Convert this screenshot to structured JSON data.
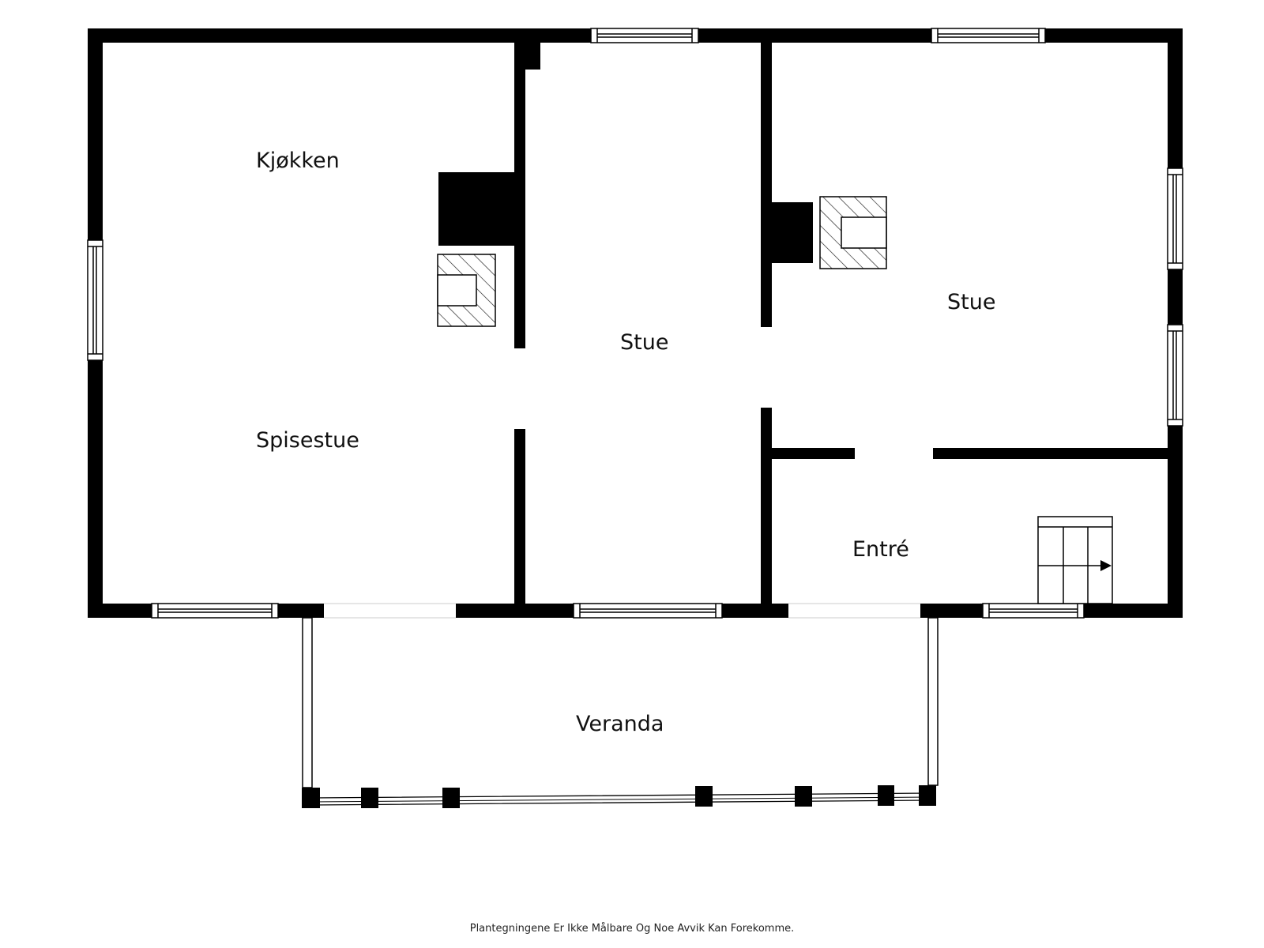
{
  "rooms": {
    "kitchen": "Kjøkken",
    "dining": "Spisestue",
    "living_middle": "Stue",
    "living_right": "Stue",
    "entrance": "Entré",
    "veranda": "Veranda"
  },
  "footer": {
    "disclaimer": "Plantegningene Er Ikke Målbare Og Noe Avvik Kan Forekomme."
  },
  "colors": {
    "wall": "#000000",
    "background": "#ffffff",
    "hatch": "#1a1a1a"
  },
  "icons": {
    "fireplace": "fireplace-icon",
    "chimney": "chimney-block",
    "stairs": "stairs-icon"
  }
}
